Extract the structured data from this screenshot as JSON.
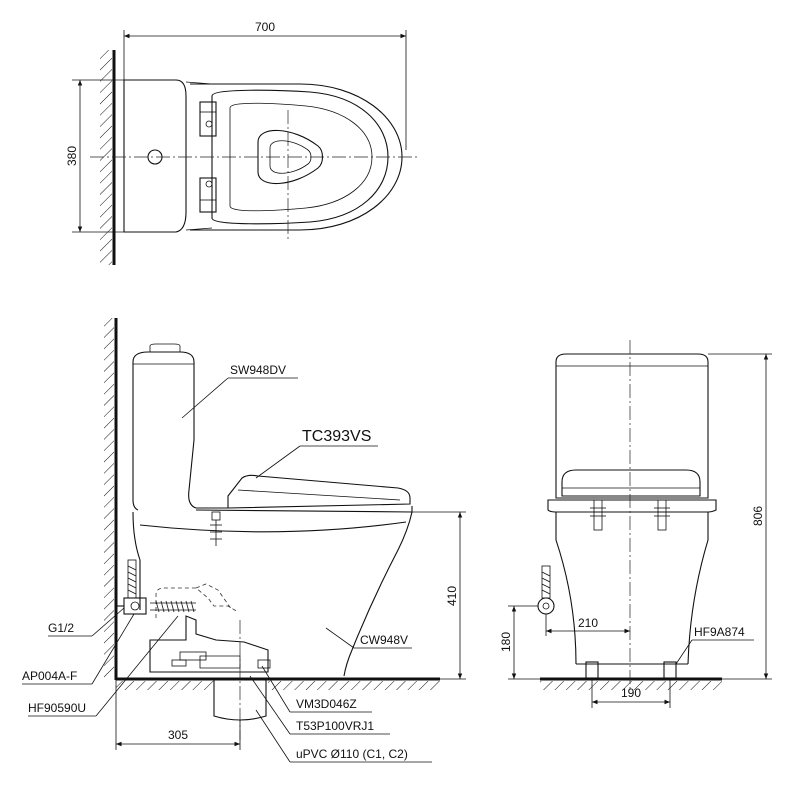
{
  "dimensions": {
    "top_width": "700",
    "top_depth": "380",
    "seat_height": "410",
    "wall_to_outlet": "305",
    "total_height": "806",
    "supply_height": "180",
    "supply_offset": "210",
    "bolt_spacing": "190"
  },
  "parts": {
    "tank": "SW948DV",
    "seat": "TC393VS",
    "bowl": "CW948V",
    "supply_thread": "G1/2",
    "angle_valve": "AP004A-F",
    "supply_hose": "HF90590U",
    "flange": "VM3D046Z",
    "trap": "T53P100VRJ1",
    "pipe": "uPVC Ø110 (C1, C2)",
    "fixing_kit": "HF9A874"
  }
}
